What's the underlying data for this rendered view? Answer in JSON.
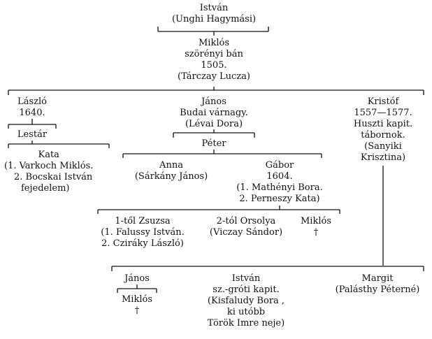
{
  "nodes": {
    "istvan_root": {
      "lines": [
        "István",
        "(Unghi Hagymási)"
      ]
    },
    "miklos_ban": {
      "lines": [
        "Miklós",
        "szörényi bán",
        "1505.",
        "(Tárczay Lucza)"
      ]
    },
    "laszlo": {
      "lines": [
        "László",
        "1640."
      ]
    },
    "lestar": {
      "lines": [
        "Lestár"
      ]
    },
    "kata": {
      "lines": [
        "Kata",
        "(1. Varkoch Miklós.",
        "2. Bocskai István",
        "fejedelem)"
      ]
    },
    "janos_varnagy": {
      "lines": [
        "János",
        "Budai várnagy.",
        "(Lévai Dora)"
      ]
    },
    "peter": {
      "lines": [
        "Péter"
      ]
    },
    "anna": {
      "lines": [
        "Anna",
        "(Sárkány János)"
      ]
    },
    "gabor": {
      "lines": [
        "Gábor",
        "1604.",
        "(1. Mathényi Bora.",
        "2. Perneszy Kata)"
      ]
    },
    "kristof": {
      "lines": [
        "Kristóf",
        "1557—1577.",
        "Huszti kapit.",
        "tábornok.",
        "(Sanyiki",
        "Krisztina)"
      ]
    },
    "zsuzsa": {
      "lines": [
        "1-től Zsuzsa",
        "(1. Falussy István.",
        "2. Cziráky László)"
      ]
    },
    "orsolya": {
      "lines": [
        "2-tól Orsolya",
        "(Viczay Sándor)"
      ]
    },
    "miklos_cross": {
      "lines": [
        "Miklós",
        "†"
      ]
    },
    "janos_small": {
      "lines": [
        "János"
      ]
    },
    "miklos_small": {
      "lines": [
        "Miklós",
        "†"
      ]
    },
    "istvan_kapit": {
      "lines": [
        "István",
        "sz.-gróti kapit.",
        "(Kisfaludy Bora ,",
        "ki utóbb",
        "Török Imre neje)"
      ]
    },
    "margit": {
      "lines": [
        "Margit",
        "(Palásthy Péterné)"
      ]
    }
  }
}
